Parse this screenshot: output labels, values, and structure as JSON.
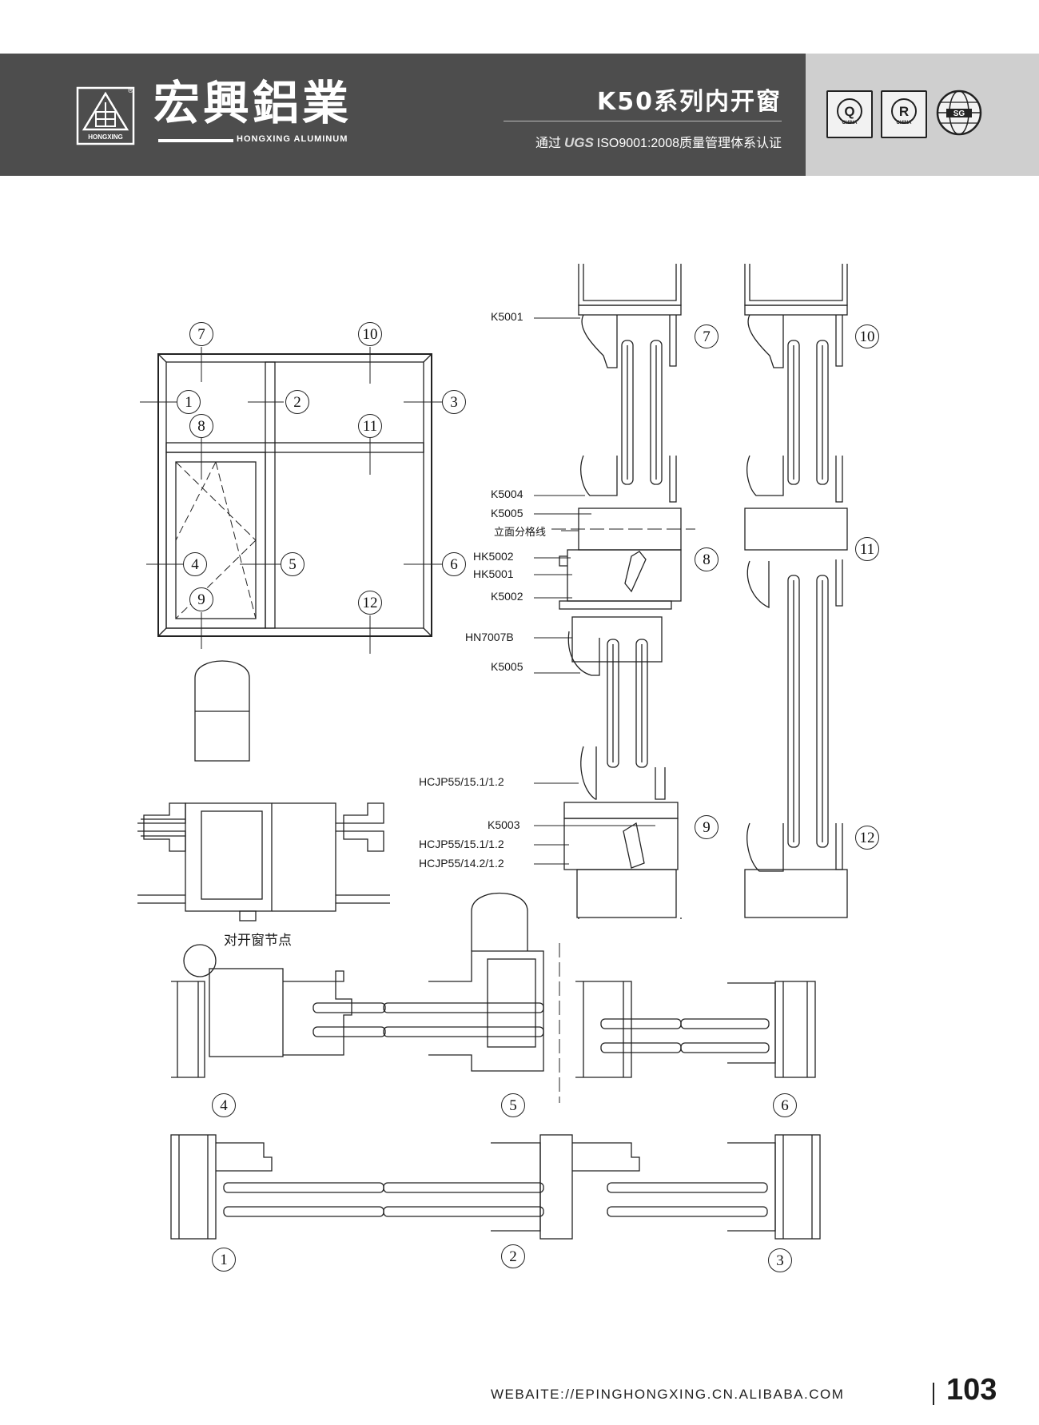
{
  "header": {
    "brand_cn": "宏興鋁業",
    "brand_en": "HONGXING ALUMINUM",
    "logo_text": "HONGXING",
    "series_title": "K50系列内开窗",
    "cert_prefix": "通过",
    "cert_ugs": "UGS",
    "cert_suffix": "ISO9001:2008质量管理体系认证",
    "badges": [
      {
        "letter": "Q",
        "caption": "CHINA"
      },
      {
        "letter": "R",
        "caption": "CHINA"
      },
      {
        "letter": "SG",
        "caption": ""
      }
    ]
  },
  "elevation": {
    "callouts": [
      "1",
      "2",
      "3",
      "4",
      "5",
      "6",
      "7",
      "8",
      "9",
      "10",
      "11",
      "12"
    ]
  },
  "section_labels": {
    "k5001": "K5001",
    "k5004": "K5004",
    "k5005_a": "K5005",
    "split_line": "立面分格线",
    "hk5002": "HK5002",
    "hk5001": "HK5001",
    "k5002": "K5002",
    "hn7007b": "HN7007B",
    "k5005_b": "K5005",
    "hcjp_a": "HCJP55/15.1/1.2",
    "k5003": "K5003",
    "hcjp_b": "HCJP55/15.1/1.2",
    "hcjp_c": "HCJP55/14.2/1.2"
  },
  "section_callouts": {
    "v7": "7",
    "v8": "8",
    "v9": "9",
    "v10": "10",
    "v11": "11",
    "v12": "12",
    "h4": "4",
    "h5": "5",
    "h6": "6",
    "h1": "1",
    "h2": "2",
    "h3": "3"
  },
  "node_caption": "对开窗节点",
  "footer": {
    "website": "WEBAITE://EPINGHONGXING.CN.ALIBABA.COM",
    "page_number": "103"
  }
}
